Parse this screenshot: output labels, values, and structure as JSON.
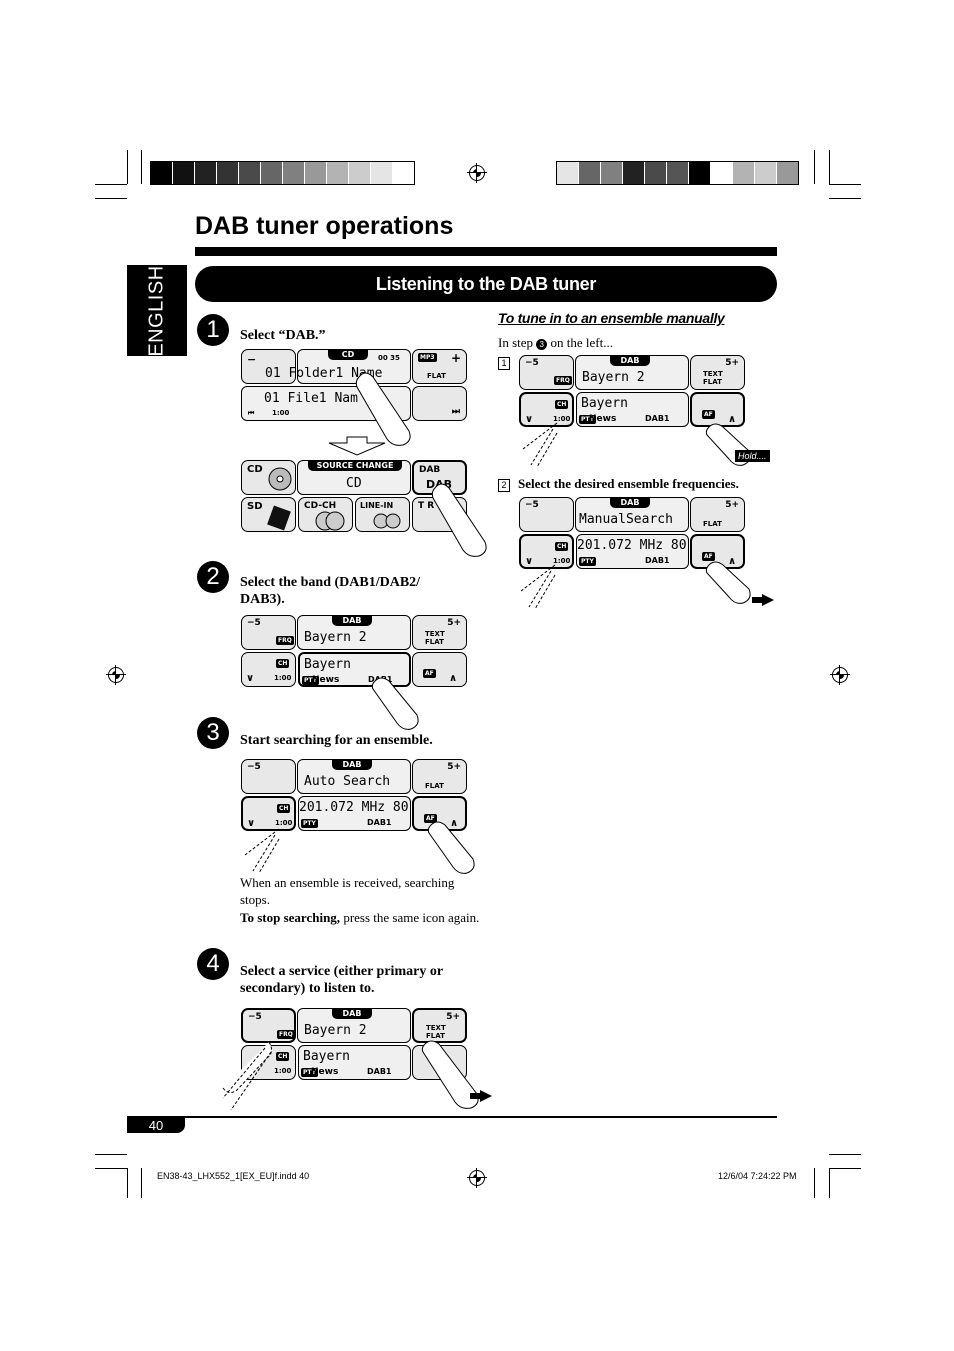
{
  "page": {
    "title": "DAB tuner operations",
    "section": "Listening to the DAB tuner",
    "language_tab": "ENGLISH",
    "page_number": "40"
  },
  "colors": {
    "black": "#000000",
    "white": "#ffffff",
    "screen_gray": "#e8e8e8"
  },
  "steps": [
    {
      "num": "1",
      "text": "Select “DAB.”"
    },
    {
      "num": "2",
      "text": "Select the band (DAB1/DAB2/ DAB3)."
    },
    {
      "num": "3",
      "text": "Start searching for an ensemble."
    },
    {
      "num": "4",
      "text": "Select a service (either primary or secondary) to listen to."
    }
  ],
  "step3_note": {
    "line1": "When an ensemble is received, searching stops.",
    "bold": "To stop searching,",
    "rest": " press the same icon again."
  },
  "manual": {
    "heading": "To tune in to an ensemble manually",
    "intro_prefix": "In step ",
    "intro_ref": "3",
    "intro_suffix": " on the left...",
    "step1_num": "1",
    "step2_num": "2",
    "step2_text": "Select the desired ensemble frequencies.",
    "hold_label": "Hold...."
  },
  "screens": {
    "cd": {
      "badge": "CD",
      "time_top": "00 35",
      "folder": "01 Folder1 Name",
      "file": "01 File1 Nam",
      "time": "1:00",
      "mp3": "MP3",
      "flat": "FLAT",
      "minus": "−",
      "plus": "+"
    },
    "source": {
      "header": "SOURCE CHANGE",
      "current": "CD",
      "cd": "CD",
      "dab": "DAB",
      "sd": "SD",
      "cdch": "CD-CH",
      "linein": "LINE-IN",
      "tuner": "T  R"
    },
    "dab_common": {
      "badge": "DAB",
      "minus5": "−5",
      "plus5": "5+",
      "frq": "FRQ",
      "ch": "CH",
      "time": "1:00",
      "text": "TEXT",
      "flat": "FLAT",
      "pty": "PTY",
      "af": "AF",
      "band": "DAB1"
    },
    "service_top": "Bayern 2",
    "service_bottom": "Bayern",
    "news": "News",
    "auto_search": "Auto Search",
    "manual_search": "ManualSearch",
    "freq": "201.072 MHz  80"
  },
  "footer": {
    "file": "EN38-43_LHX552_1[EX_EU]f.indd   40",
    "date": "12/6/04   7:24:22 PM"
  }
}
